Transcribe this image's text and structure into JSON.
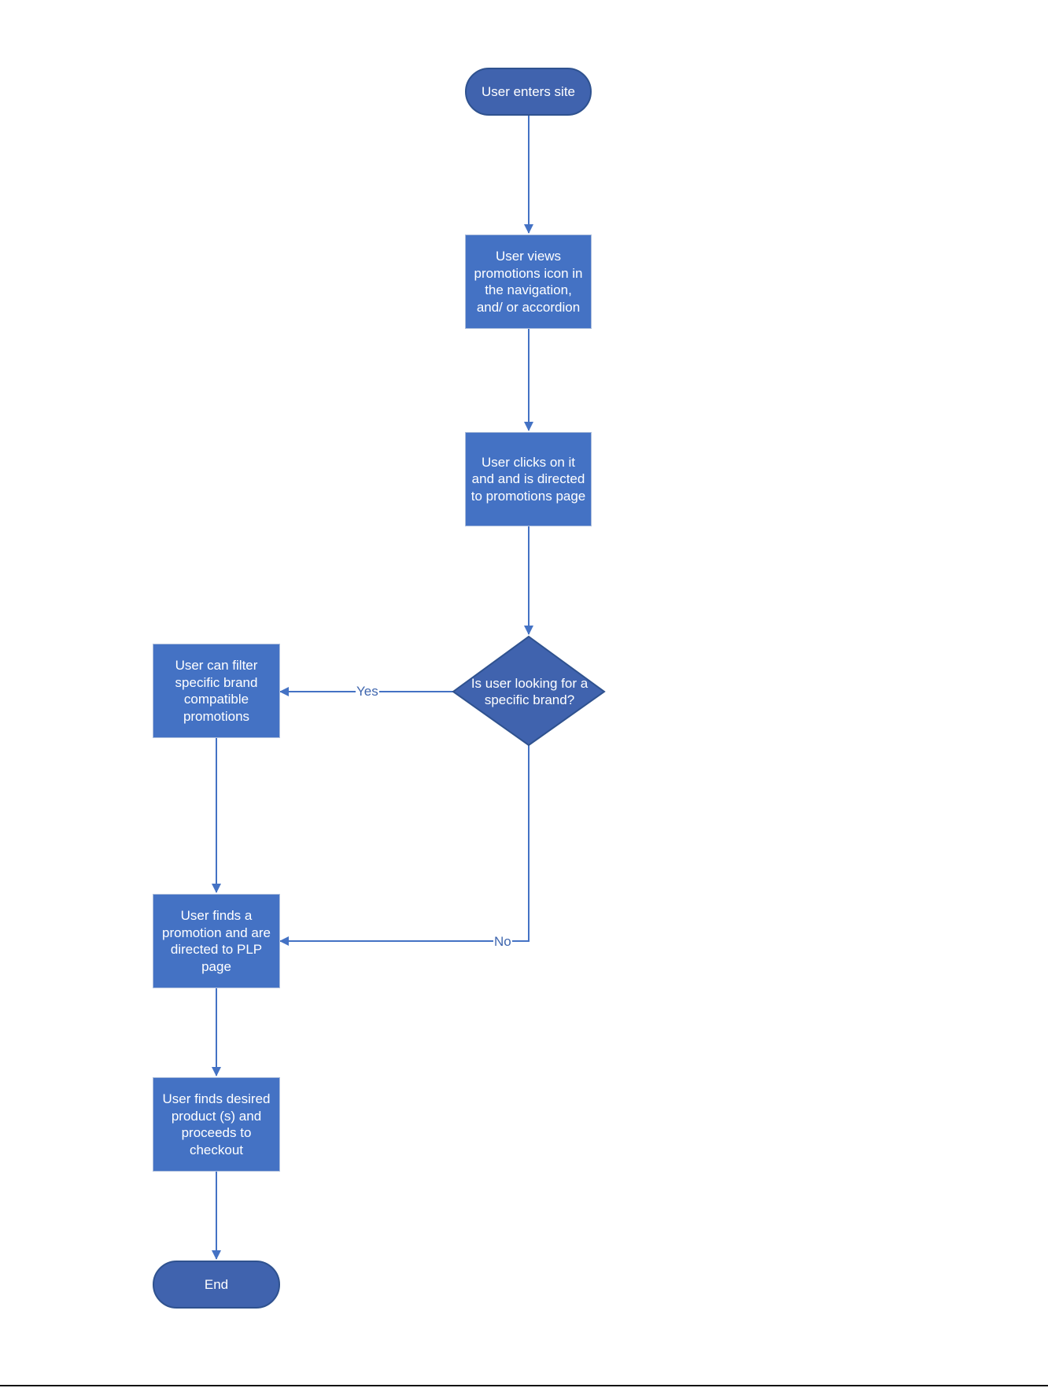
{
  "colors": {
    "process_fill": "#4472c4",
    "terminal_fill": "#4063ae",
    "decision_fill": "#4063ae",
    "connector": "#4472c4",
    "text": "#ffffff"
  },
  "nodes": {
    "start": {
      "label": "User enters site",
      "shape": "terminal"
    },
    "view_promotions": {
      "label": "User views promotions icon in the navigation, and/ or accordion",
      "shape": "process"
    },
    "click_promotions": {
      "label": "User clicks on it and and is directed to promotions page",
      "shape": "process"
    },
    "brand_decision": {
      "label": "Is user looking for a specific brand?",
      "shape": "decision"
    },
    "filter_brand": {
      "label": "User can filter specific brand compatible promotions",
      "shape": "process"
    },
    "find_promotion": {
      "label": "User finds a promotion and are directed to PLP page",
      "shape": "process"
    },
    "checkout": {
      "label": "User finds desired product (s) and proceeds to checkout",
      "shape": "process"
    },
    "end": {
      "label": "End",
      "shape": "terminal"
    }
  },
  "edges": [
    {
      "from": "start",
      "to": "view_promotions",
      "label": ""
    },
    {
      "from": "view_promotions",
      "to": "click_promotions",
      "label": ""
    },
    {
      "from": "click_promotions",
      "to": "brand_decision",
      "label": ""
    },
    {
      "from": "brand_decision",
      "to": "filter_brand",
      "label": "Yes"
    },
    {
      "from": "brand_decision",
      "to": "find_promotion",
      "label": "No"
    },
    {
      "from": "filter_brand",
      "to": "find_promotion",
      "label": ""
    },
    {
      "from": "find_promotion",
      "to": "checkout",
      "label": ""
    },
    {
      "from": "checkout",
      "to": "end",
      "label": ""
    }
  ]
}
